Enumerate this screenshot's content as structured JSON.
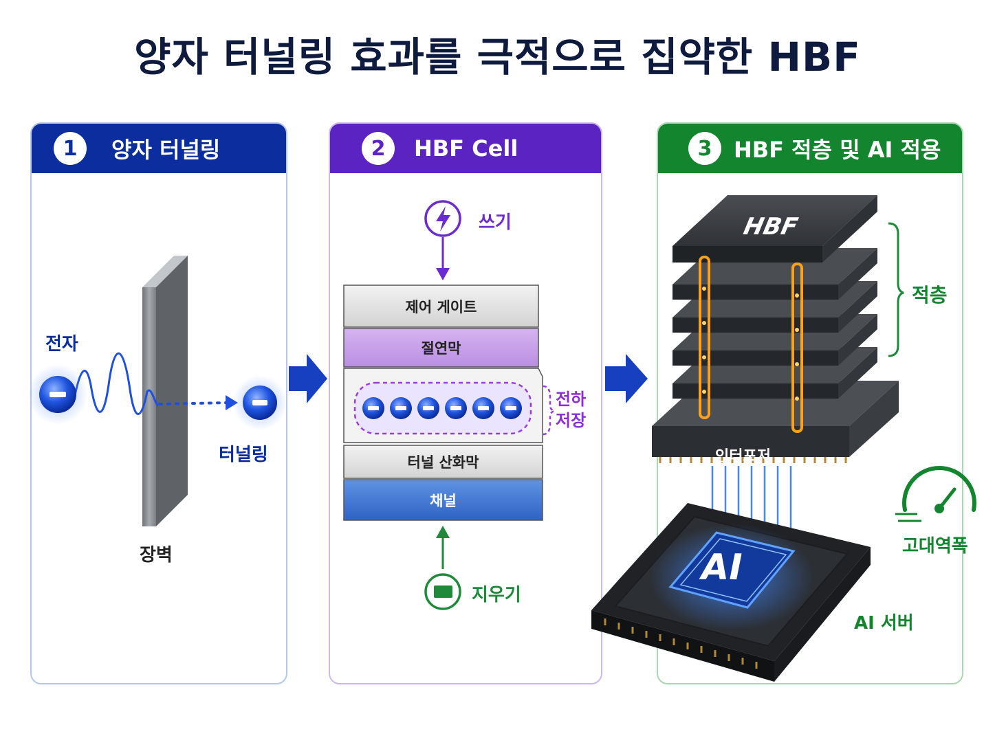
{
  "title": "양자 터널링 효과를 극적으로 집약한 HBF",
  "panels": [
    {
      "number": "1",
      "title": "양자 터널링",
      "color": "#0b2d9d"
    },
    {
      "number": "2",
      "title": "HBF Cell",
      "color": "#5b23c2"
    },
    {
      "number": "3",
      "title": "HBF 적층 및 AI 적용",
      "color": "#13852f"
    }
  ],
  "tunneling": {
    "electron_label": "전자",
    "barrier_label": "장벽",
    "tunneling_label": "터널링",
    "electron_symbol": "−"
  },
  "cell": {
    "write_label": "쓰기",
    "erase_label": "지우기",
    "charge_label_line1": "전하",
    "charge_label_line2": "저장",
    "electron_symbol": "−",
    "layers": [
      "제어 게이트",
      "절연막",
      "터널 산화막",
      "채널"
    ]
  },
  "stack": {
    "chip_label": "HBF",
    "stack_label": "적층",
    "interposer_label": "인터포저",
    "ai_chip_label": "AI",
    "bandwidth_label": "고대역폭",
    "server_label": "AI 서버"
  }
}
